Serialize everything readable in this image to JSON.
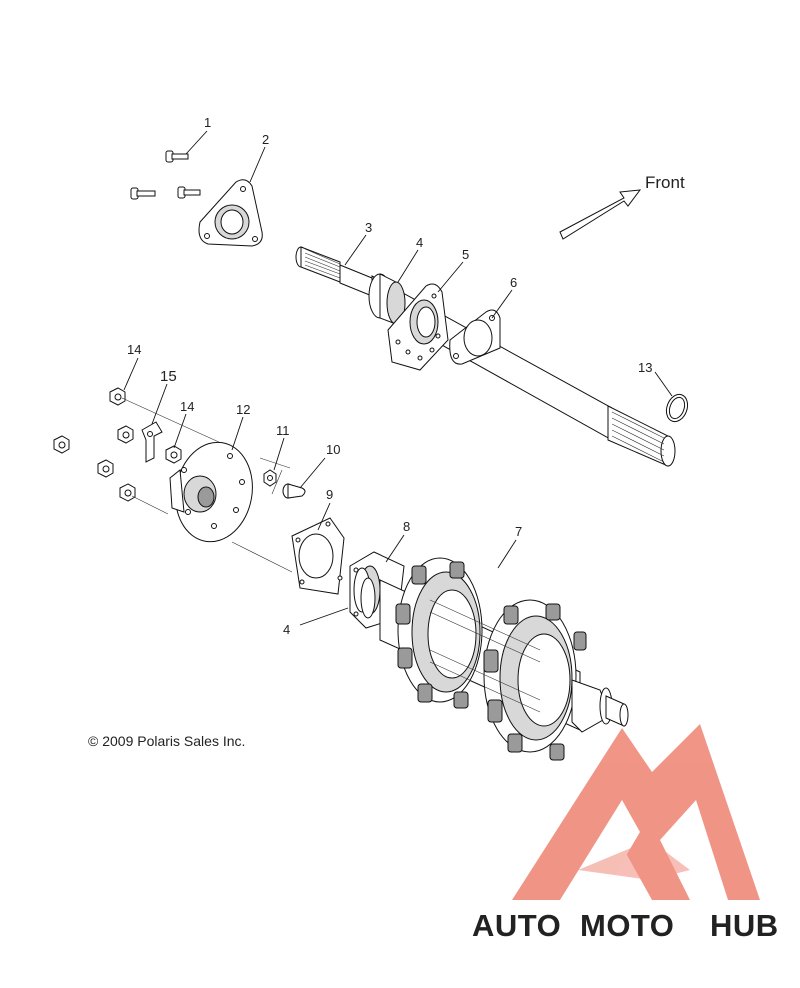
{
  "diagram": {
    "direction_label": "Front",
    "copyright": "© 2009 Polaris Sales Inc.",
    "callouts": {
      "c1": "1",
      "c2": "2",
      "c3": "3",
      "c4a": "4",
      "c5": "5",
      "c6": "6",
      "c7": "7",
      "c8": "8",
      "c9": "9",
      "c10": "10",
      "c11": "11",
      "c12": "12",
      "c13": "13",
      "c14a": "14",
      "c14b": "14",
      "c15": "15",
      "c4b": "4"
    }
  },
  "watermark": {
    "brand_part1": "AUTO",
    "brand_part2": "MOTO",
    "brand_part3": "HUB",
    "colors": {
      "yellow": "#f3c84a",
      "red": "#ee8272",
      "gray": "#777777"
    }
  }
}
